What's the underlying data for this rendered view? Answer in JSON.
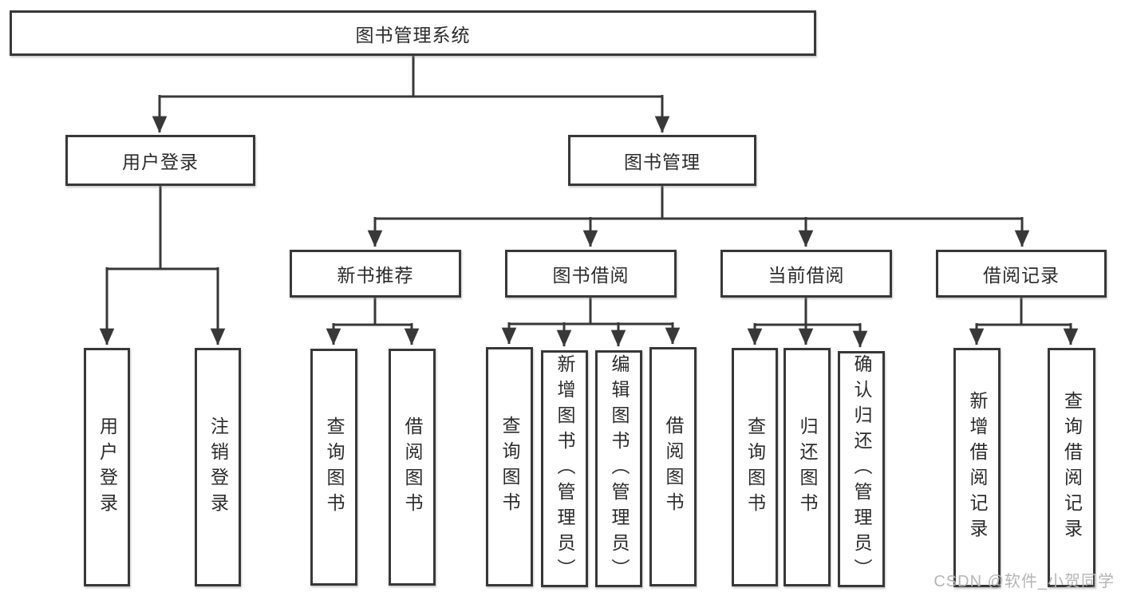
{
  "tree": {
    "label": "图书管理系统",
    "children": [
      {
        "label": "用户登录",
        "children": [
          {
            "label": "用户登录"
          },
          {
            "label": "注销登录"
          }
        ]
      },
      {
        "label": "图书管理",
        "children": [
          {
            "label": "新书推荐",
            "children": [
              {
                "label": "查询图书"
              },
              {
                "label": "借阅图书"
              }
            ]
          },
          {
            "label": "图书借阅",
            "children": [
              {
                "label": "查询图书"
              },
              {
                "label": "新增图书（管理员）"
              },
              {
                "label": "编辑图书（管理员）"
              },
              {
                "label": "借阅图书"
              }
            ]
          },
          {
            "label": "当前借阅",
            "children": [
              {
                "label": "查询图书"
              },
              {
                "label": "归还图书"
              },
              {
                "label": "确认归还（管理员）"
              }
            ]
          },
          {
            "label": "借阅记录",
            "children": [
              {
                "label": "新增借阅记录"
              },
              {
                "label": "查询借阅记录"
              }
            ]
          }
        ]
      }
    ]
  },
  "watermark": {
    "text": "CSDN @软件_小贺同学"
  },
  "colors": {
    "line": "#383838",
    "border": "#383838",
    "text": "#2b2b2b",
    "watermark": "#b5b5b5",
    "background": "#ffffff"
  }
}
